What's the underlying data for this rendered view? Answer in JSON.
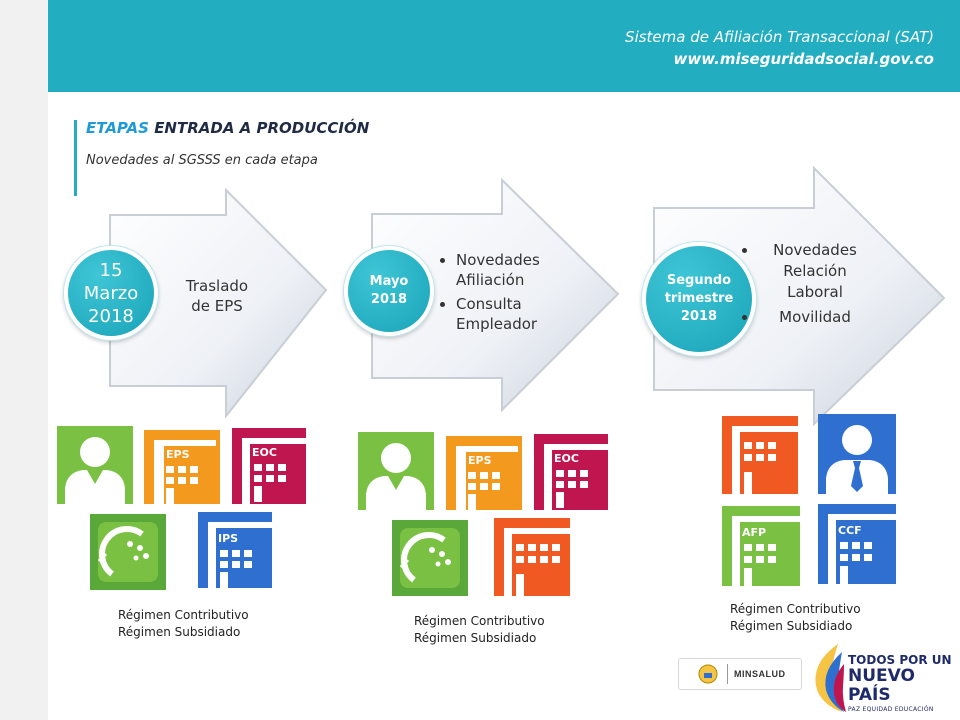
{
  "header": {
    "line1": "Sistema de Afiliación Transaccional (SAT)",
    "line2": "www.miseguridadsocial.gov.co",
    "color": "#22aec0"
  },
  "section": {
    "title_accent": "ETAPAS",
    "title_rest": "ENTRADA A PRODUCCIÓN",
    "subtitle": "Novedades al SGSSS en cada etapa"
  },
  "stages": [
    {
      "date_lines": [
        "15",
        "Marzo",
        "2018"
      ],
      "text_lines": [
        "Traslado",
        "de EPS"
      ],
      "icons": [
        "afiliado-icon",
        "eps-icon",
        "eoc-icon",
        "sgsss-logo-icon",
        "ips-icon"
      ],
      "regime": [
        "Régimen Contributivo",
        "Régimen Subsidiado"
      ]
    },
    {
      "date_lines": [
        "Mayo",
        "2018"
      ],
      "bullets": [
        "Novedades Afiliación",
        "Consulta Empleador"
      ],
      "icons": [
        "afiliado-icon",
        "eps-icon",
        "eoc-icon",
        "sgsss-logo-icon",
        "empleador-icon"
      ],
      "regime": [
        "Régimen Contributivo",
        "Régimen Subsidiado"
      ]
    },
    {
      "date_lines": [
        "Segundo",
        "trimestre",
        "2018"
      ],
      "bullets": [
        "Novedades Relación Laboral",
        "Movilidad"
      ],
      "icons": [
        "empleador-icon",
        "cotizante-icon",
        "afp-icon",
        "ccf-icon"
      ],
      "regime": [
        "Régimen Contributivo",
        "Régimen Subsidiado"
      ]
    }
  ],
  "icon_labels": {
    "eps": "EPS",
    "eoc": "EOC",
    "ips": "IPS",
    "afp": "AFP",
    "ccf": "CCF"
  },
  "footer": {
    "minsalud": "MINSALUD",
    "todos_line1": "TODOS POR UN",
    "todos_line2": "NUEVO PAÍS",
    "todos_line3": "PAZ  EQUIDAD  EDUCACIÓN"
  },
  "colors": {
    "green": "#7ac143",
    "orange": "#f39a1e",
    "magenta": "#c0164f",
    "blue": "#2f6fd0",
    "red_orange": "#f05a22",
    "teal": "#22aec0"
  }
}
